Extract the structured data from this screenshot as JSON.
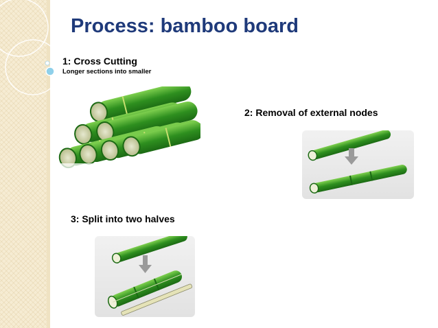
{
  "slide": {
    "title": "Process: bamboo board",
    "steps": [
      {
        "heading": "1: Cross Cutting",
        "subtitle": "Longer sections into smaller"
      },
      {
        "heading": "2: Removal of external nodes"
      },
      {
        "heading": "3: Split into two halves"
      }
    ]
  },
  "colors": {
    "title": "#1f3a7a",
    "bamboo_green": "#2e8f1f",
    "bamboo_light": "#7fd04f",
    "side_band": "#f6ecd3",
    "bubble": "#8fd0ea"
  },
  "icons": [
    "bamboo-bundle-illustration",
    "node-removal-illustration",
    "split-bamboo-illustration",
    "down-arrow-icon"
  ]
}
